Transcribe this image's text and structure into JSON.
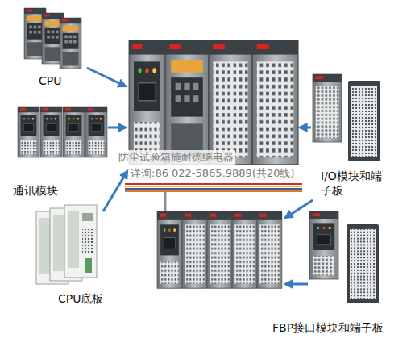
{
  "diagram": {
    "nodes": [
      {
        "text": [
          "CPU"
        ]
      },
      {
        "text": [
          "通讯模块"
        ]
      },
      {
        "text": [
          "CPU底板"
        ]
      },
      {
        "text": [
          "I/O模块和端子板"
        ]
      },
      {
        "text": [
          "FBP接口模块和端子板"
        ]
      }
    ],
    "labels": [
      "防尘试验箱施耐德继电器",
      "详询:86 022-5865.9889(共20线)"
    ]
  }
}
